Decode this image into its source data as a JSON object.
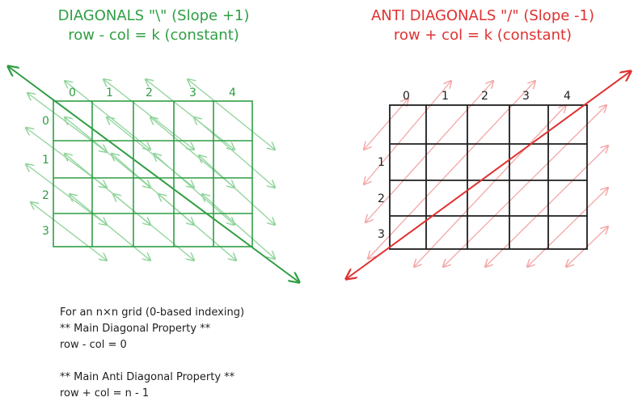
{
  "left_panel": {
    "title_line1": "DIAGONALS \"\\\" (Slope +1)",
    "title_line2": "row - col = k (constant)",
    "color": "#2f9e44",
    "col_labels": [
      "0",
      "1",
      "2",
      "3",
      "4"
    ],
    "row_labels": [
      "0",
      "1",
      "2",
      "3"
    ]
  },
  "right_panel": {
    "title_line1": "ANTI DIAGONALS \"/\" (Slope -1)",
    "title_line2": "row + col = k (constant)",
    "color": "#e03131",
    "col_labels": [
      "0",
      "1",
      "2",
      "3",
      "4"
    ],
    "row_labels": [
      "1",
      "2",
      "3"
    ]
  },
  "notes": {
    "line1": "For an n×n grid (0-based indexing)",
    "line2": "** Main Diagonal Property **",
    "line3": "row - col = 0",
    "line4": "** Main Anti Diagonal Property **",
    "line5": "row + col = n - 1"
  }
}
